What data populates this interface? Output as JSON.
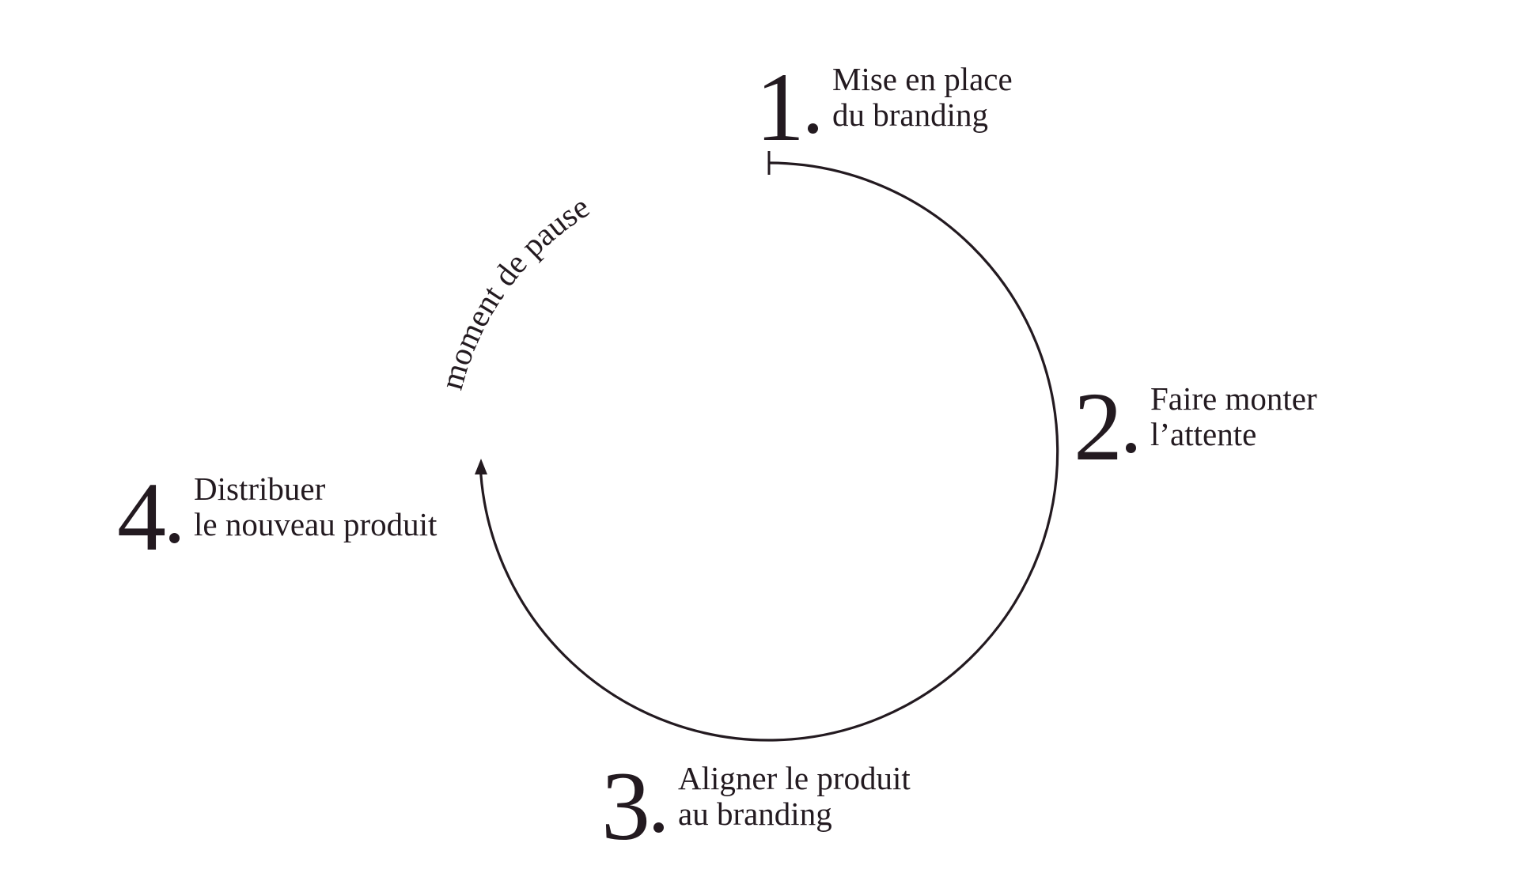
{
  "colors": {
    "ink": "#231a20",
    "background": "#ffffff"
  },
  "steps": [
    {
      "number": "1",
      "lines": [
        "Mise en place",
        "du branding"
      ]
    },
    {
      "number": "2",
      "lines": [
        "Faire monter",
        "l’attente"
      ]
    },
    {
      "number": "3",
      "lines": [
        "Aligner le produit",
        "au branding"
      ]
    },
    {
      "number": "4",
      "lines": [
        "Distribuer",
        "le nouveau produit"
      ]
    }
  ],
  "cycle": {
    "pause_label": "moment de pause"
  }
}
